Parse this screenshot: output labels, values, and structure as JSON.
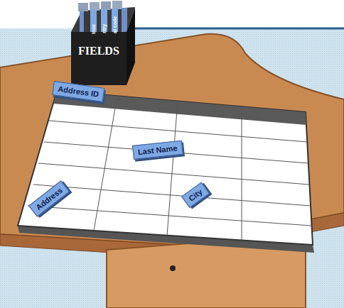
{
  "diagram": {
    "nodes": [
      {
        "text": [
          "FIELDS"
        ]
      },
      {
        "text": [
          "Address ID"
        ]
      },
      {
        "text": [
          "Last Name"
        ]
      },
      {
        "text": [
          "Address"
        ]
      },
      {
        "text": [
          "City"
        ]
      }
    ],
    "labels": [
      "ince",
      "ntry",
      "al code"
    ]
  }
}
